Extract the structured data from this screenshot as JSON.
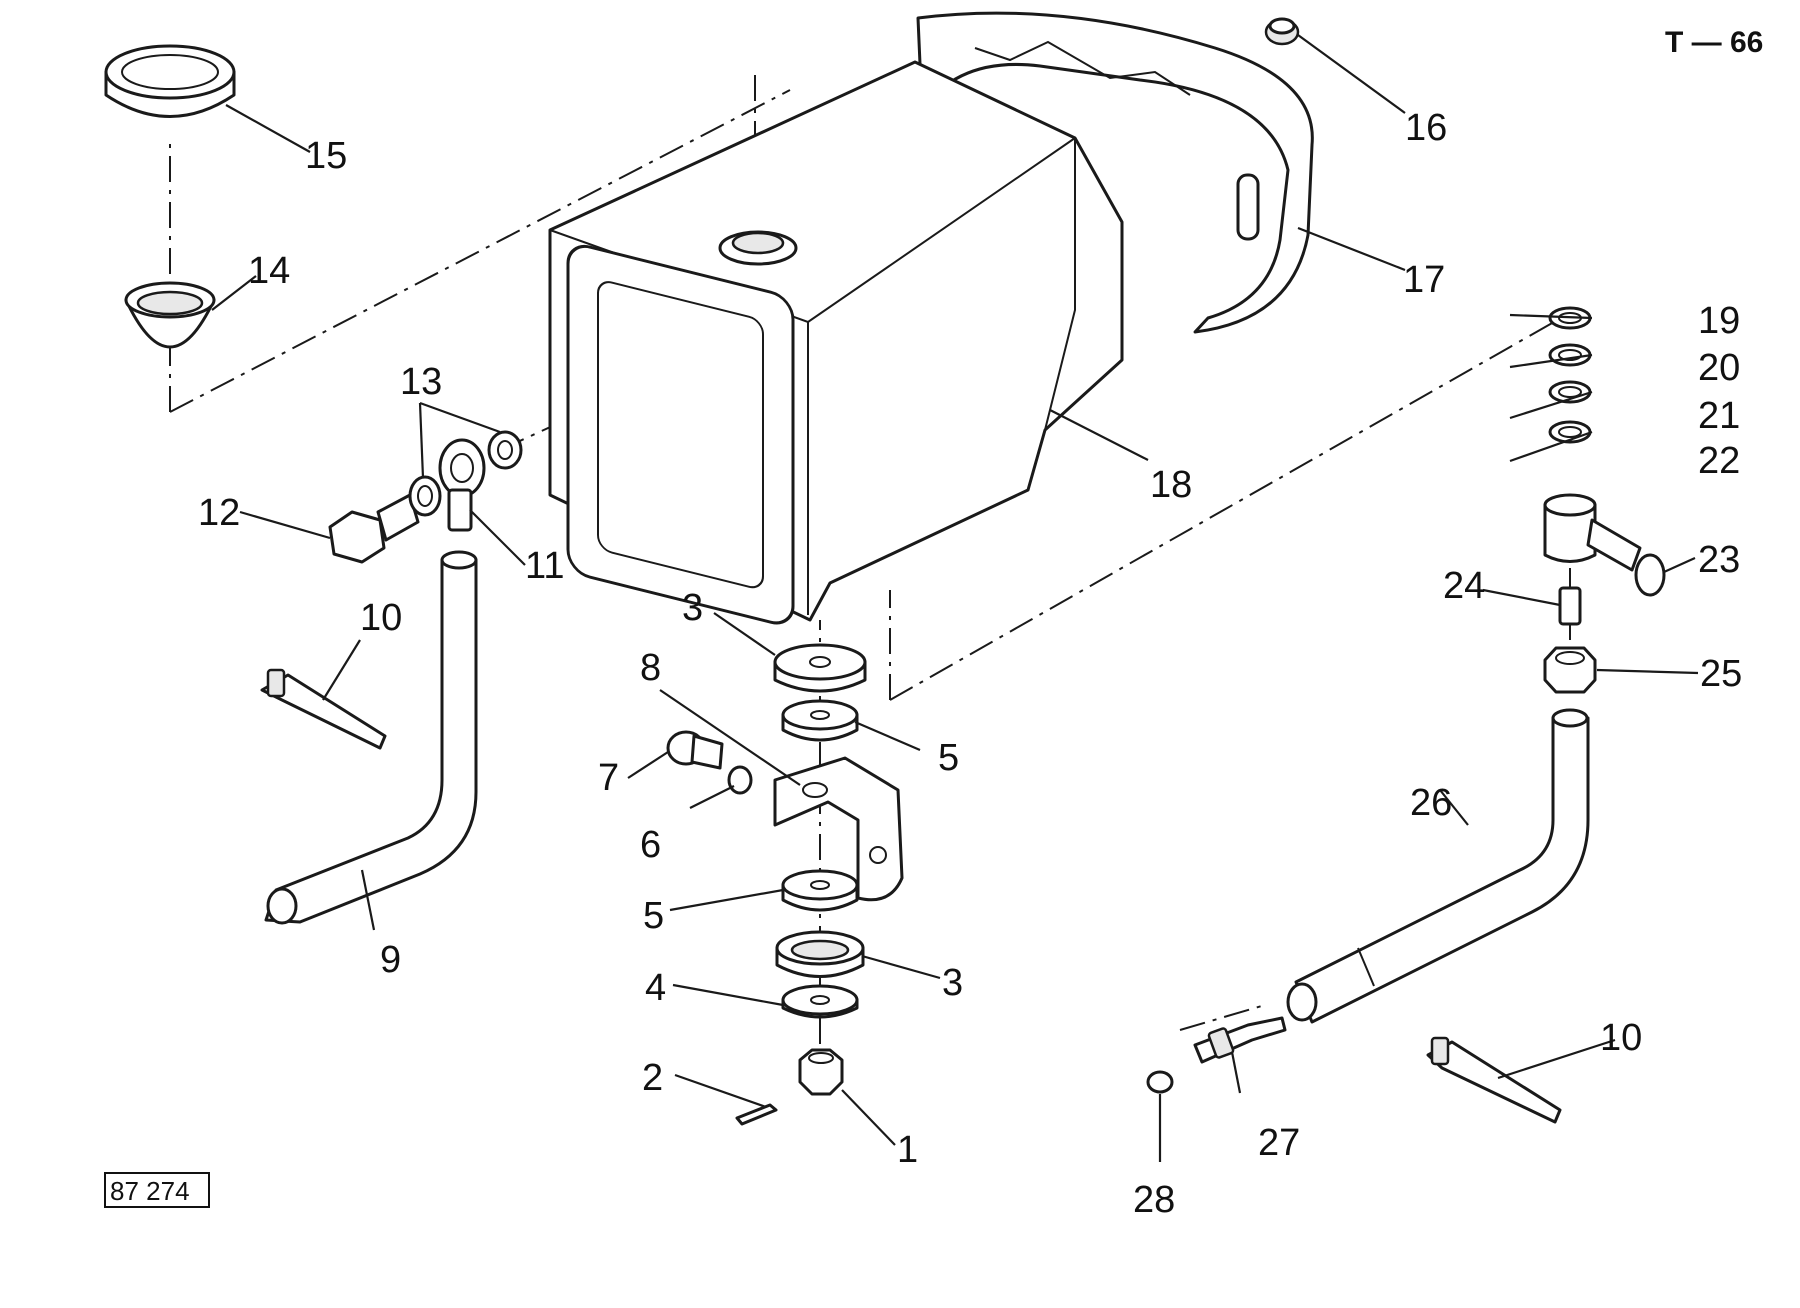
{
  "sheet_code": "T — 66",
  "drawing_ref": "87 274",
  "callouts": [
    "1",
    "2",
    "3",
    "3",
    "4",
    "5",
    "5",
    "6",
    "7",
    "8",
    "9",
    "10",
    "10",
    "11",
    "12",
    "13",
    "14",
    "15",
    "16",
    "17",
    "18",
    "19",
    "20",
    "21",
    "22",
    "23",
    "24",
    "25",
    "26",
    "27",
    "28"
  ],
  "parts": [
    {
      "id": "castle-nut",
      "callout": "1"
    },
    {
      "id": "cotter-pin",
      "callout": "2"
    },
    {
      "id": "rubber-cushion-upper",
      "callout": "3"
    },
    {
      "id": "rubber-cushion-lower",
      "callout": "3"
    },
    {
      "id": "washer-4",
      "callout": "4"
    },
    {
      "id": "rubber-pad-upper",
      "callout": "5"
    },
    {
      "id": "rubber-pad-lower",
      "callout": "5"
    },
    {
      "id": "lock-washer-6",
      "callout": "6"
    },
    {
      "id": "bolt-7",
      "callout": "7"
    },
    {
      "id": "mounting-bracket",
      "callout": "8"
    },
    {
      "id": "fuel-pipe-left",
      "callout": "9"
    },
    {
      "id": "hose-clip-left",
      "callout": "10"
    },
    {
      "id": "hose-clip-right",
      "callout": "10"
    },
    {
      "id": "banjo-union",
      "callout": "11"
    },
    {
      "id": "banjo-bolt",
      "callout": "12"
    },
    {
      "id": "sealing-rings",
      "callout": "13"
    },
    {
      "id": "filler-strainer",
      "callout": "14"
    },
    {
      "id": "filler-cap",
      "callout": "15"
    },
    {
      "id": "rubber-grommet",
      "callout": "16"
    },
    {
      "id": "tank-cover-plate",
      "callout": "17"
    },
    {
      "id": "fuel-tank",
      "callout": "18"
    },
    {
      "id": "seal-19",
      "callout": "19"
    },
    {
      "id": "seal-20",
      "callout": "20"
    },
    {
      "id": "seal-21",
      "callout": "21"
    },
    {
      "id": "seal-22",
      "callout": "22"
    },
    {
      "id": "fuel-tap",
      "callout": "23"
    },
    {
      "id": "union-nipple",
      "callout": "24"
    },
    {
      "id": "union-nut",
      "callout": "25"
    },
    {
      "id": "fuel-pipe-right",
      "callout": "26"
    },
    {
      "id": "hose-connector",
      "callout": "27"
    },
    {
      "id": "blanking-cap",
      "callout": "28"
    }
  ]
}
